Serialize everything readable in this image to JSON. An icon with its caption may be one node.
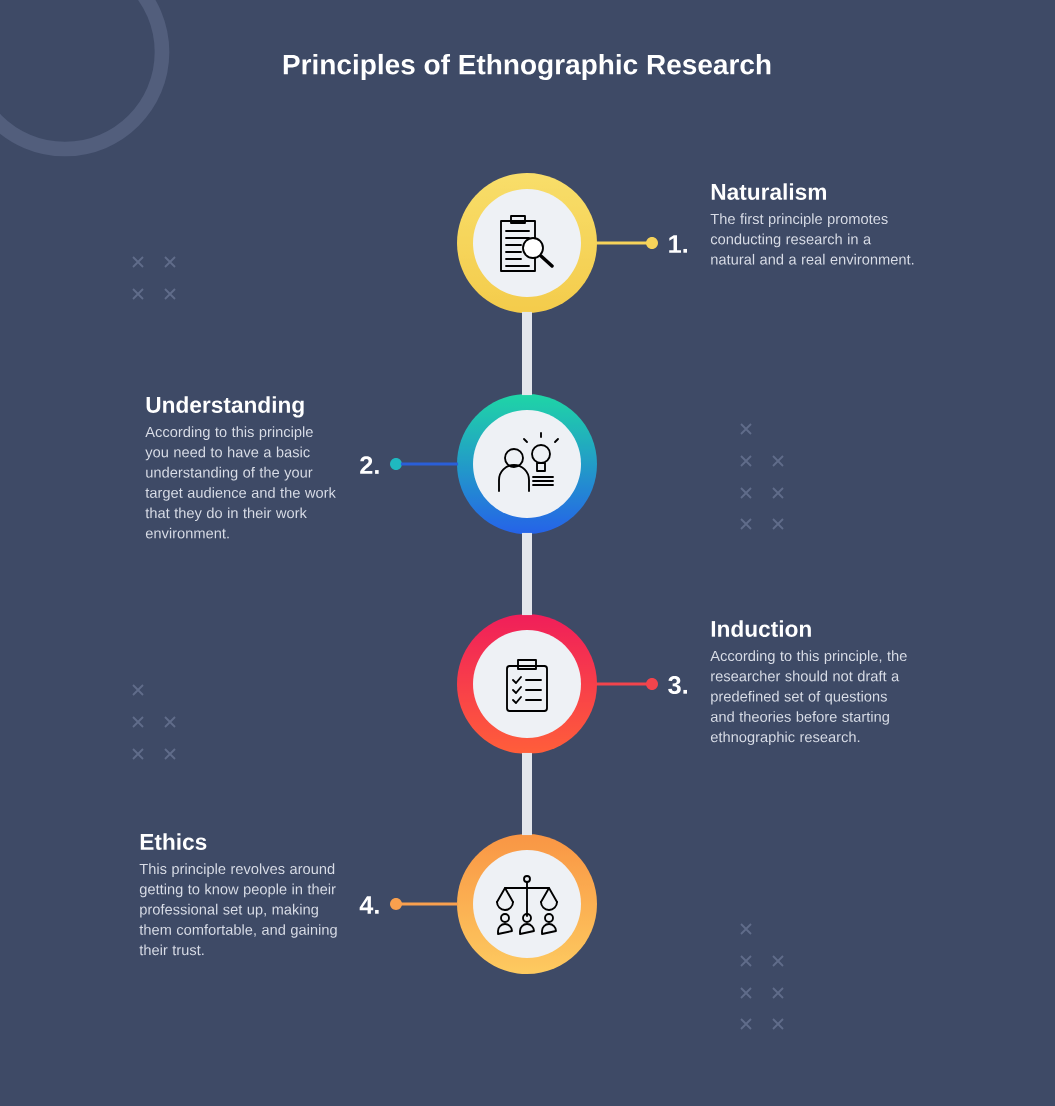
{
  "diagram": {
    "title": "Principles of Ethnographic Research",
    "nodes": [
      {
        "text": [],
        "shape": "circle"
      },
      {
        "text": [],
        "shape": "dot",
        "beside": [
          "1."
        ]
      },
      {
        "text": [
          "Naturalism",
          "The first principle promotes conducting research in a natural and a real environment."
        ]
      },
      {
        "text": [],
        "shape": "circle"
      },
      {
        "text": [],
        "shape": "dot",
        "beside": [
          "2."
        ]
      },
      {
        "text": [
          "Understanding",
          "According to this principle you need to have a basic understanding of the your target audience and the work that they do in their work environment."
        ]
      },
      {
        "text": [],
        "shape": "circle"
      },
      {
        "text": [],
        "shape": "dot",
        "beside": [
          "3."
        ]
      },
      {
        "text": [
          "Induction",
          "According to this principle, the researcher should not draft a predefined set of questions and theories before starting ethnographic research."
        ]
      },
      {
        "text": [],
        "shape": "circle"
      },
      {
        "text": [],
        "shape": "dot",
        "beside": [
          "4."
        ]
      },
      {
        "text": [
          "Ethics",
          "This principle revolves around getting to know people in their professional set up, making them comfortable, and gaining their trust."
        ]
      }
    ],
    "edges": [
      {
        "from": 0,
        "to": 1,
        "arrow": "none",
        "color": "#f6d35a"
      },
      {
        "from": 3,
        "to": 4,
        "arrow": "none",
        "color": "#2a5fd8"
      },
      {
        "from": 6,
        "to": 7,
        "arrow": "none",
        "color": "#f2444c"
      },
      {
        "from": 9,
        "to": 10,
        "arrow": "none",
        "color": "#f9a04e"
      },
      {
        "from": 0,
        "to": 3,
        "arrow": "none",
        "style": "thick",
        "color": "#e3e6ec"
      },
      {
        "from": 3,
        "to": 6,
        "arrow": "none",
        "style": "thick",
        "color": "#e3e6ec"
      },
      {
        "from": 6,
        "to": 9,
        "arrow": "none",
        "style": "thick",
        "color": "#e3e6ec"
      }
    ]
  }
}
